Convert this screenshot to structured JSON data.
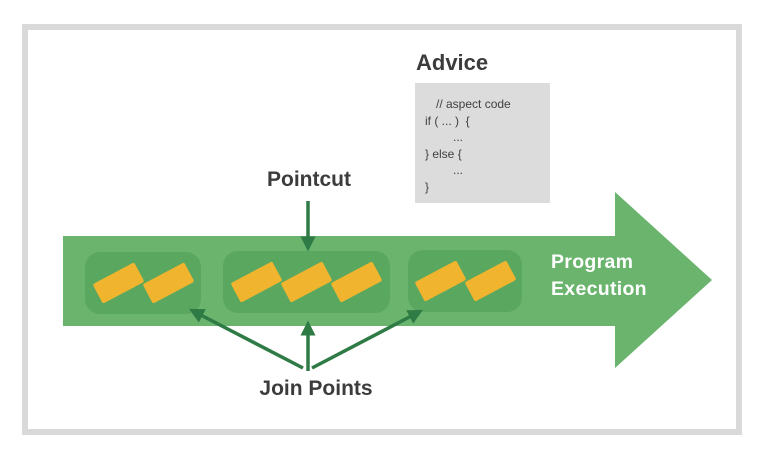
{
  "colors": {
    "canvas_bg": "#ffffff",
    "frame_border": "#d9d9d9",
    "arrow_green": "#6ab46e",
    "group_green": "#5aa75f",
    "join_point_yellow": "#f1b42f",
    "dark_arrow_green": "#2f7b45",
    "label_text": "#3c3c3c",
    "code_box_bg": "#dcdcdc",
    "program_text": "#ffffff"
  },
  "advice": {
    "label": "Advice",
    "code_lines": [
      "// aspect code",
      "if ( ... )  {",
      "...",
      "} else {",
      "...",
      "}"
    ]
  },
  "pointcut": {
    "label": "Pointcut"
  },
  "join_points": {
    "label": "Join Points",
    "group_join_point_counts": [
      2,
      3,
      2
    ]
  },
  "program_execution": {
    "line1": "Program",
    "line2": "Execution"
  }
}
